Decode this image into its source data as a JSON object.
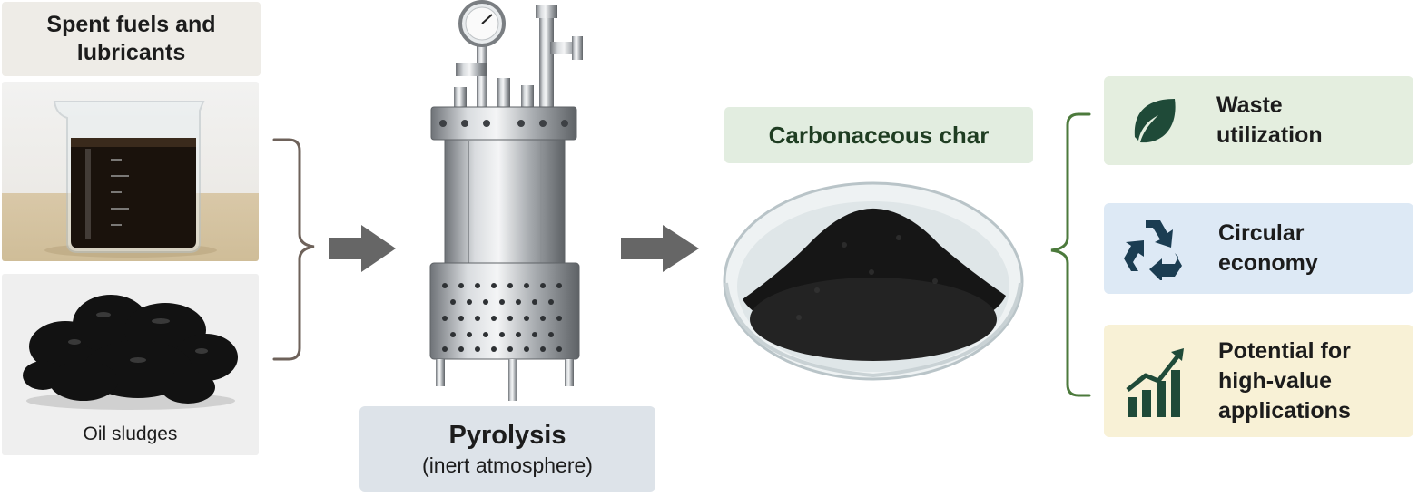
{
  "inputs": {
    "title": "Spent fuels and lubricants",
    "oil_label": "Oil sludges"
  },
  "process": {
    "title": "Pyrolysis",
    "subtitle": "(inert atmosphere)"
  },
  "product": {
    "title": "Carbonaceous char"
  },
  "benefits": [
    {
      "label": "Waste utilization",
      "icon": "leaf-icon",
      "bg": "#e4eedf"
    },
    {
      "label": "Circular economy",
      "icon": "recycle-icon",
      "bg": "#dde9f5"
    },
    {
      "label": "Potential for high-value applications",
      "icon": "growth-chart-icon",
      "bg": "#f8f1d6"
    }
  ],
  "colors": {
    "accent_green": "#4c7a3c",
    "bracket_brown": "#6e625a",
    "arrow_gray": "#666666",
    "icon_dark_green": "#1f4a38",
    "icon_navy": "#1b3d52"
  }
}
